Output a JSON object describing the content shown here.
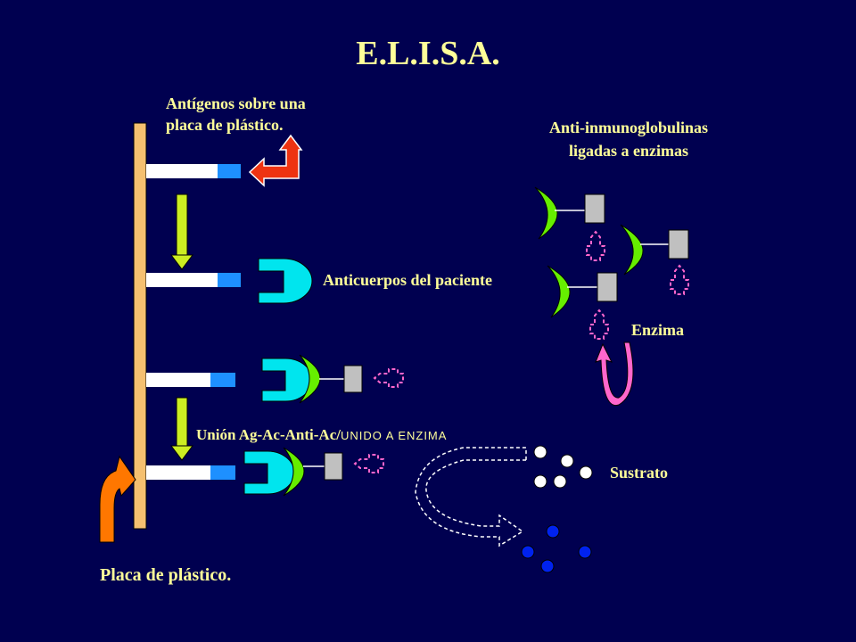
{
  "title": "E.L.I.S.A.",
  "labels": {
    "antigens_line1": "Antígenos sobre una",
    "antigens_line2": "placa de plástico.",
    "anti_ig_line1": "Anti-inmunoglobulinas",
    "anti_ig_line2": "ligadas a enzimas",
    "patient_antibodies": "Anticuerpos del paciente",
    "enzyme": "Enzima",
    "union_main": "Unión Ag-Ac-Anti-Ac/",
    "union_sub": "UNIDO A ENZIMA",
    "substrate": "Sustrato",
    "plate": "Placa de plástico."
  },
  "colors": {
    "background": "#000050",
    "text": "#ffff99",
    "plate_bar": "#f5c070",
    "antigen_strip": "#ffffff",
    "antigen_tip": "#1e90ff",
    "antibody": "#00e5ee",
    "anti_ig": "#66ee00",
    "enzyme_box": "#c0c0c0",
    "flow_arrow": "#ccee22",
    "red_arrow": "#ee3311",
    "orange_arrow": "#ff7700",
    "pink": "#ff66cc",
    "substrate_dot": "#ffffff",
    "product_dot": "#0022ee"
  }
}
